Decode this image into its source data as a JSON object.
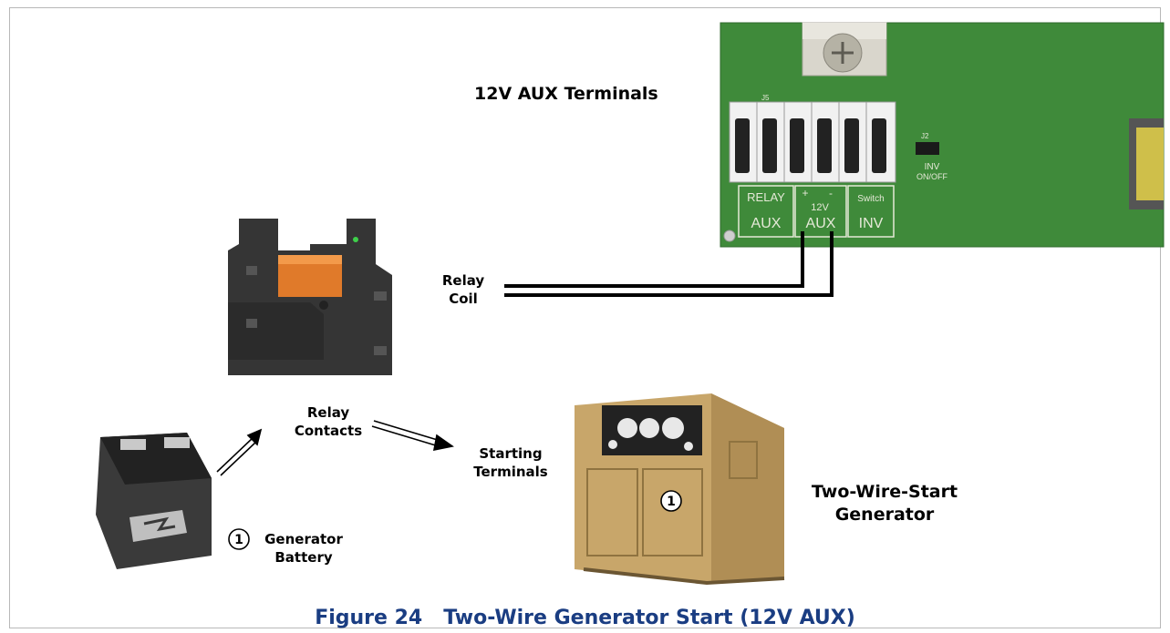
{
  "labels": {
    "aux_terminals": "12V AUX Terminals",
    "relay_coil_1": "Relay",
    "relay_coil_2": "Coil",
    "relay_contacts_1": "Relay",
    "relay_contacts_2": "Contacts",
    "starting_terminals_1": "Starting",
    "starting_terminals_2": "Terminals",
    "generator_1": "Two-Wire-Start",
    "generator_2": "Generator",
    "battery_1": "Generator",
    "battery_2": "Battery",
    "callout_number": "1"
  },
  "pcb_labels": {
    "j5": "J5",
    "j2": "J2",
    "relay": "RELAY",
    "relay_aux": "AUX",
    "plus": "+",
    "minus": "-",
    "v12": "12V",
    "aux": "AUX",
    "switch": "Switch",
    "inv": "INV",
    "inv_onoff_1": "INV",
    "inv_onoff_2": "ON/OFF"
  },
  "caption": "Figure 24   Two-Wire Generator Start (12V AUX)",
  "colors": {
    "caption": "#1a3d82",
    "pcb": "#3f8a3a",
    "relay_body": "#3a3a3a",
    "relay_top": "#e07a2a",
    "generator": "#c8a66a",
    "wire": "#000000"
  }
}
